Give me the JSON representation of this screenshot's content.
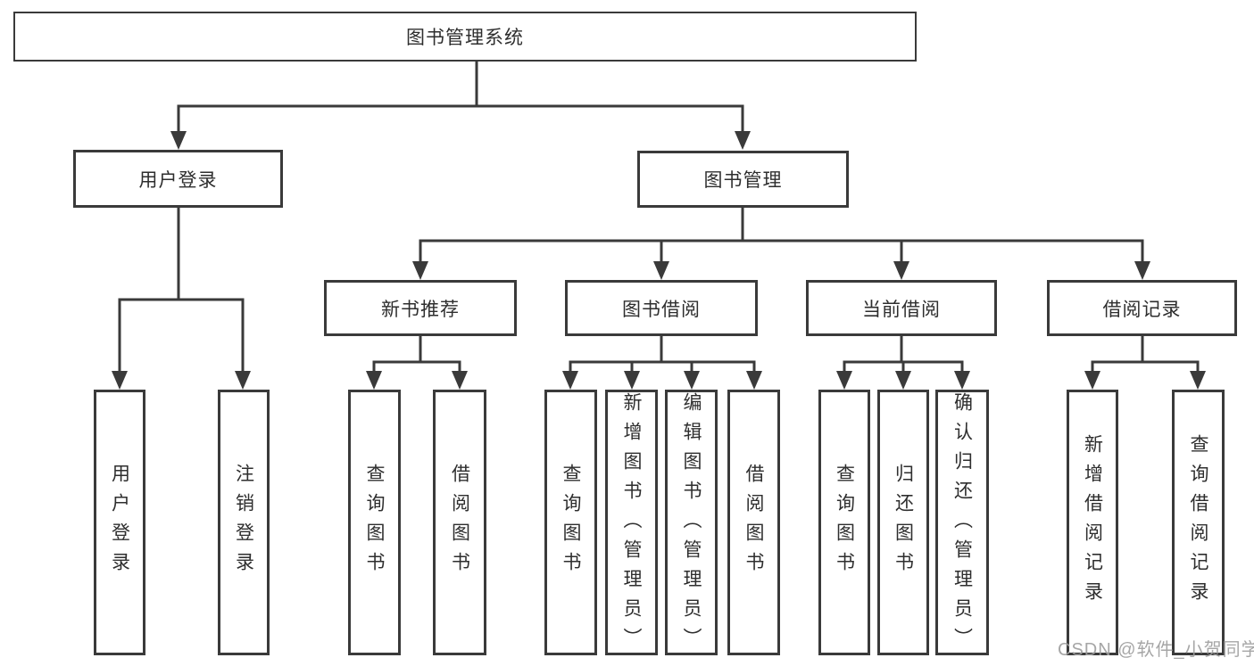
{
  "diagram": {
    "type": "hierarchy-flowchart",
    "colors": {
      "line": "#3a3a3a",
      "box_border": "#3a3a3a",
      "box_fill": "#ffffff",
      "text": "#2e2e2e",
      "watermark": "#9e9e9e",
      "background": "#ffffff"
    },
    "root": {
      "label": "图书管理系统"
    },
    "branches": [
      {
        "label": "用户登录",
        "children": [
          {
            "label": "用户登录"
          },
          {
            "label": "注销登录"
          }
        ]
      },
      {
        "label": "图书管理",
        "children": [
          {
            "label": "新书推荐",
            "children": [
              {
                "label": "查询图书"
              },
              {
                "label": "借阅图书"
              }
            ]
          },
          {
            "label": "图书借阅",
            "children": [
              {
                "label": "查询图书"
              },
              {
                "label": "新增图书（管理员）"
              },
              {
                "label": "编辑图书（管理员）"
              },
              {
                "label": "借阅图书"
              }
            ]
          },
          {
            "label": "当前借阅",
            "children": [
              {
                "label": "查询图书"
              },
              {
                "label": "归还图书"
              },
              {
                "label": "确认归还（管理员）"
              }
            ]
          },
          {
            "label": "借阅记录",
            "children": [
              {
                "label": "新增借阅记录"
              },
              {
                "label": "查询借阅记录"
              }
            ]
          }
        ]
      }
    ],
    "watermark": "CSDN @软件_小贺同学"
  }
}
